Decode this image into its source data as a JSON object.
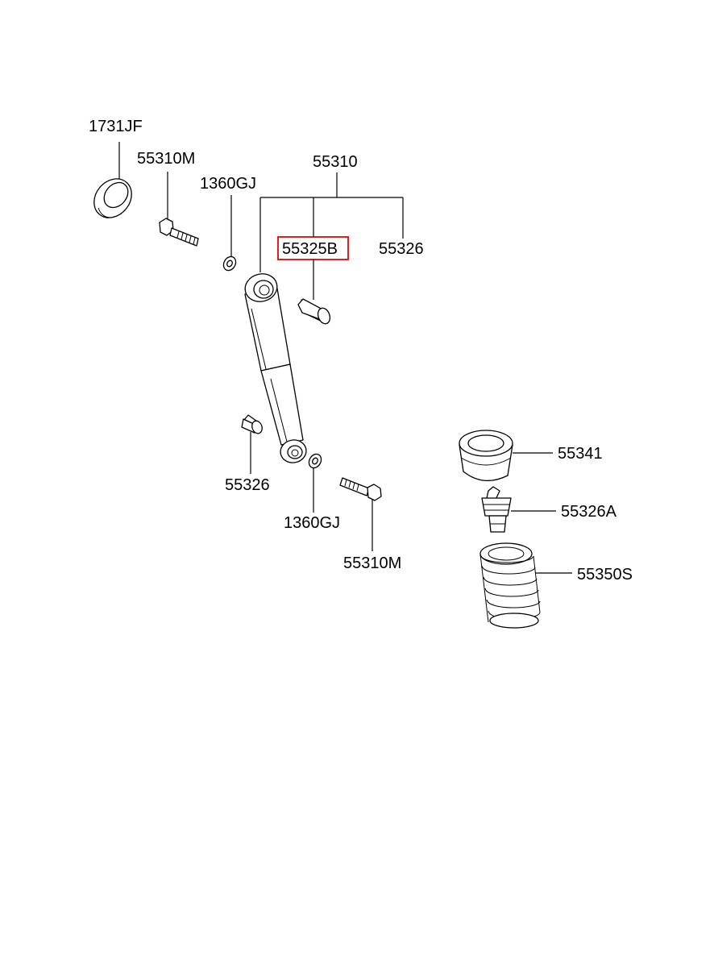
{
  "labels": {
    "ring_1731jf": "1731JF",
    "bolt_upper": "55310M",
    "washer_upper": "1360GJ",
    "shock_absorber_assy": "55310",
    "bushing_upper": "55325B",
    "bushing_right": "55326",
    "bushing_lower": "55326",
    "washer_lower": "1360GJ",
    "bolt_lower": "55310M",
    "spring_pad": "55341",
    "bump_stopper": "55326A",
    "coil_spring": "55350S"
  },
  "highlight": {
    "part": "55325B",
    "color": "#e02020"
  }
}
